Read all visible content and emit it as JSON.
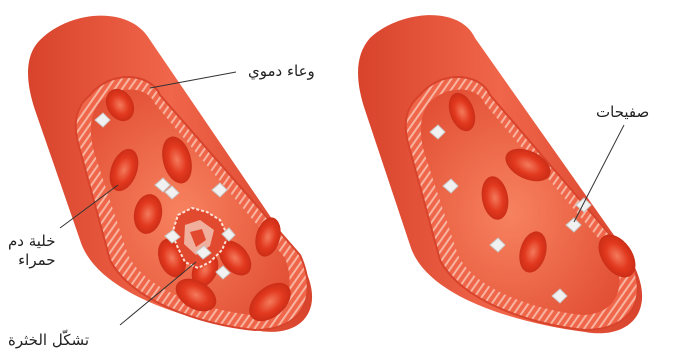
{
  "labels": {
    "vessel": "وعاء دموي",
    "red_cell_line1": "خلية دم",
    "red_cell_line2": "حمراء",
    "clot": "تشكّل الخثرة",
    "platelets": "صفيحات"
  },
  "colors": {
    "vessel_wall": "#e8503a",
    "vessel_inner": "#f26a4c",
    "vessel_lumen": "#ef5a3f",
    "wall_stripe": "#f6b19c",
    "rbc": "#e23a22",
    "rbc_center": "#f26b4f",
    "platelet": "#f1f1f1"
  }
}
